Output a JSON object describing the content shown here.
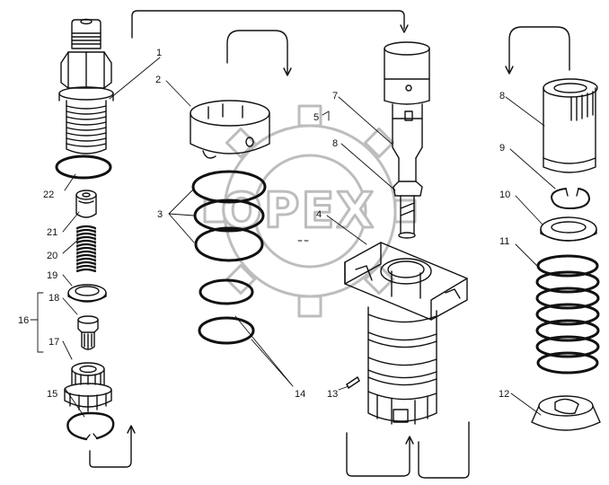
{
  "diagram": {
    "stroke_color": "#111111",
    "watermark_color": "#bdbdbd",
    "watermark_text": "OPEX",
    "callouts": [
      "1",
      "2",
      "3",
      "4",
      "5",
      "7",
      "8",
      "9",
      "10",
      "11",
      "12",
      "13",
      "14",
      "15",
      "16",
      "17",
      "18",
      "19",
      "20",
      "21",
      "22"
    ]
  }
}
